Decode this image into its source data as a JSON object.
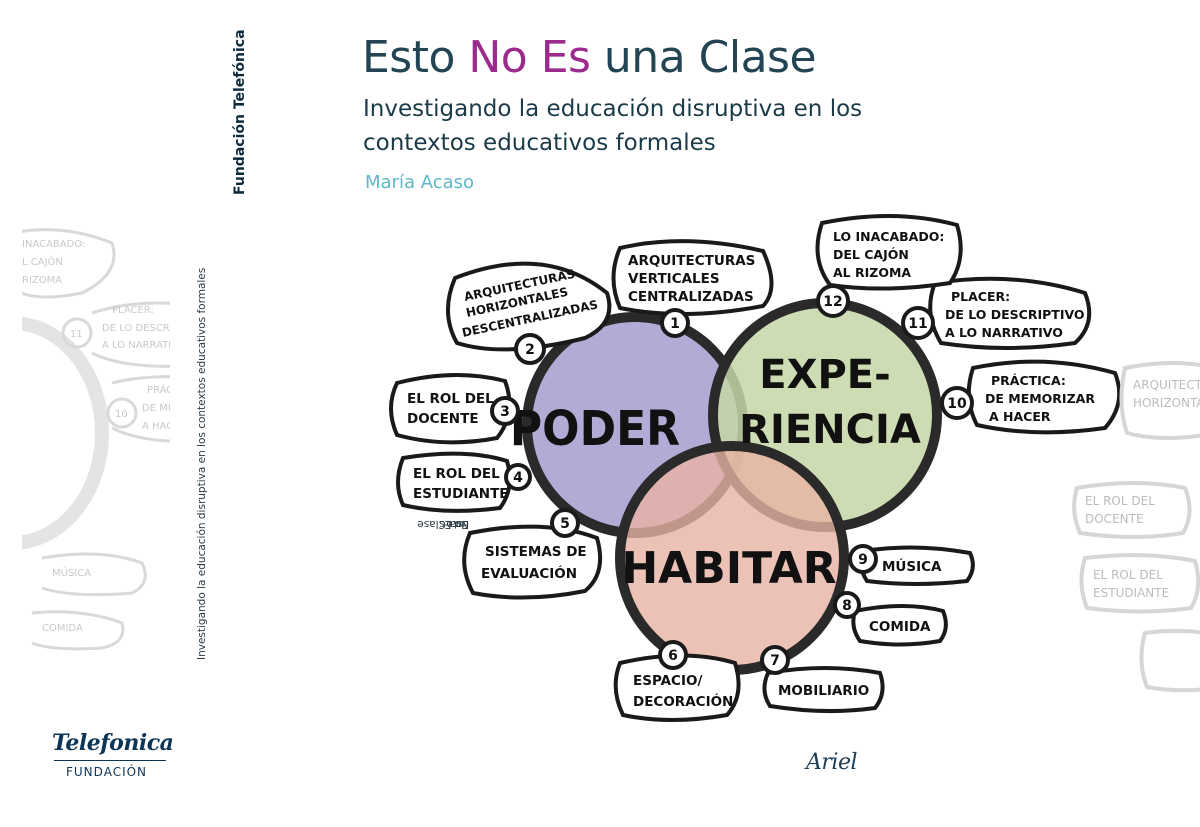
{
  "cover": {
    "title_part1": "Esto ",
    "title_part2": "No Es",
    "title_part3": " una Clase",
    "subtitle_line1": "Investigando la educación disruptiva en los",
    "subtitle_line2": "contextos educativos formales",
    "author": "María Acaso"
  },
  "spine": {
    "brand": "Fundación Telefónica",
    "subtitle": "Investigando la educación disruptiva en los contextos educativos formales",
    "title_part1": "Esto ",
    "title_part2": "No Es",
    "title_part3": " una Clase"
  },
  "diagram": {
    "circles": {
      "poder": "PODER",
      "experiencia_line1": "EXPE-",
      "experiencia_line2": "RIENCIA",
      "habitar": "HABITAR"
    },
    "items": [
      {
        "num": "1",
        "lines": [
          "ARQUITECTURAS",
          "VERTICALES",
          "CENTRALIZADAS"
        ]
      },
      {
        "num": "2",
        "lines": [
          "ARQUITECTURAS",
          "HORIZONTALES",
          "DESCENTRALIZADAS"
        ]
      },
      {
        "num": "3",
        "lines": [
          "EL ROL DEL",
          "DOCENTE"
        ]
      },
      {
        "num": "4",
        "lines": [
          "EL ROL DEL",
          "ESTUDIANTE"
        ]
      },
      {
        "num": "5",
        "lines": [
          "SISTEMAS DE",
          "EVALUACIÓN"
        ]
      },
      {
        "num": "6",
        "lines": [
          "ESPACIO/",
          "DECORACIÓN"
        ]
      },
      {
        "num": "7",
        "lines": [
          "MOBILIARIO"
        ]
      },
      {
        "num": "8",
        "lines": [
          "COMIDA"
        ]
      },
      {
        "num": "9",
        "lines": [
          "MÚSICA"
        ]
      },
      {
        "num": "10",
        "lines": [
          "PRÁCTICA:",
          "DE MEMORIZAR",
          "A HACER"
        ]
      },
      {
        "num": "11",
        "lines": [
          "PLACER:",
          "DE LO DESCRIPTIVO",
          "A LO NARRATIVO"
        ]
      },
      {
        "num": "12",
        "lines": [
          "LO INACABADO:",
          "DEL CAJÓN",
          "AL RIZOMA"
        ]
      }
    ],
    "colors": {
      "poder": "#a49ccf",
      "experiencia": "#c5d6a7",
      "habitar": "#e9b3a4",
      "ink": "#1a1a1a"
    }
  },
  "back": {
    "ghost_labels": [
      "INACABADO:",
      "L CAJÓN",
      "RIZOMA",
      "PLACER:",
      "DE LO DESCRIPTIVO",
      "A LO NARRATIVO",
      "PRÁCTICA:",
      "DE MEMORIZAR",
      "A HACER",
      "MÚSICA",
      "COMIDA",
      "11",
      "10"
    ]
  },
  "logos": {
    "telefonica": "Telefonica",
    "fundacion": "FUNDACIÓN",
    "publisher": "Ariel"
  }
}
